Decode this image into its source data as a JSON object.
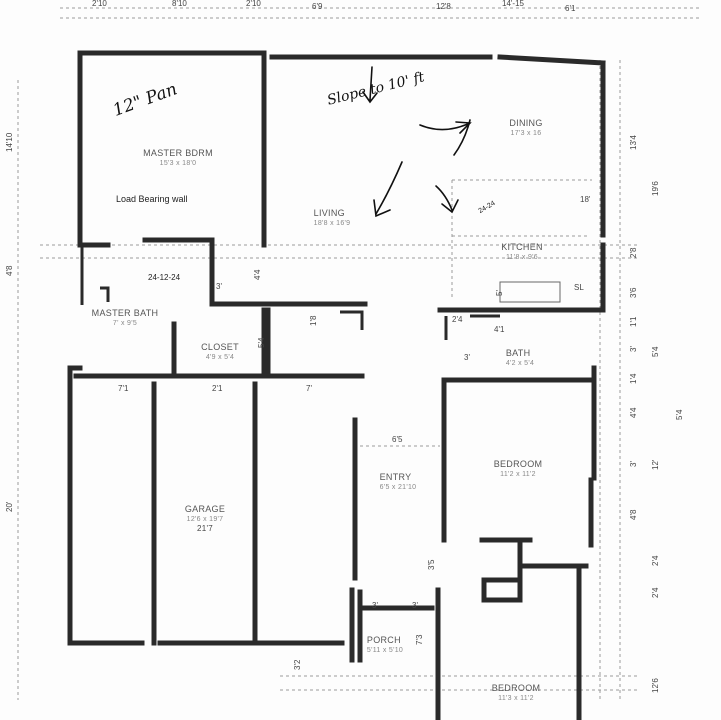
{
  "rooms": {
    "master_bdrm": {
      "name": "MASTER BDRM",
      "dims": "15'3 x 18'0"
    },
    "living": {
      "name": "LIVING",
      "dims": "18'8 x 16'9"
    },
    "dining": {
      "name": "DINING",
      "dims": "17'3 x 16"
    },
    "kitchen": {
      "name": "KITCHEN",
      "dims": "11'8 x 9'6"
    },
    "master_bath": {
      "name": "MASTER BATH",
      "dims": "7' x 9'5"
    },
    "closet": {
      "name": "CLOSET",
      "dims": "4'9 x 5'4"
    },
    "bath": {
      "name": "BATH",
      "dims": "4'2 x 5'4"
    },
    "bedroom1": {
      "name": "BEDROOM",
      "dims": "11'2 x 11'2"
    },
    "entry": {
      "name": "ENTRY",
      "dims": "6'5 x 21'10"
    },
    "garage": {
      "name": "GARAGE",
      "dims": "12'6 x 19'7",
      "extra": "21'7"
    },
    "porch": {
      "name": "PORCH",
      "dims": "5'11 x 5'10"
    },
    "bedroom2": {
      "name": "BEDROOM",
      "dims": "11'3 x 11'2"
    }
  },
  "notes": {
    "load_bearing": "Load Bearing wall",
    "pan": "12\" Pan",
    "slope": "Slope to 10' ft",
    "counter": "24-12-24",
    "kitchen_counter": "24-24"
  },
  "top_dims": [
    "2'10",
    "8'10",
    "2'10",
    "6'9",
    "12'8",
    "14'-15",
    "6'1"
  ],
  "right_dims": [
    "13'4",
    "19'6",
    "18'",
    "2'8",
    "3'6",
    "1'1",
    "3'",
    "5'4",
    "1'4",
    "4'4",
    "3'",
    "12'",
    "5'4",
    "4'8",
    "2'4",
    "2'4",
    "12'6"
  ],
  "left_dims": [
    "14'10",
    "4'8",
    "20'"
  ],
  "interior_dims": [
    "4'4",
    "3'",
    "1'8",
    "7'1",
    "2'1",
    "7'",
    "6'5",
    "5'4",
    "2'4",
    "4'1",
    "3'",
    "3'5",
    "3'",
    "3'",
    "7'3",
    "3'2",
    "5'",
    "SL"
  ],
  "colors": {
    "wall": "#2a2a2a",
    "paper": "#fdfdfd"
  }
}
